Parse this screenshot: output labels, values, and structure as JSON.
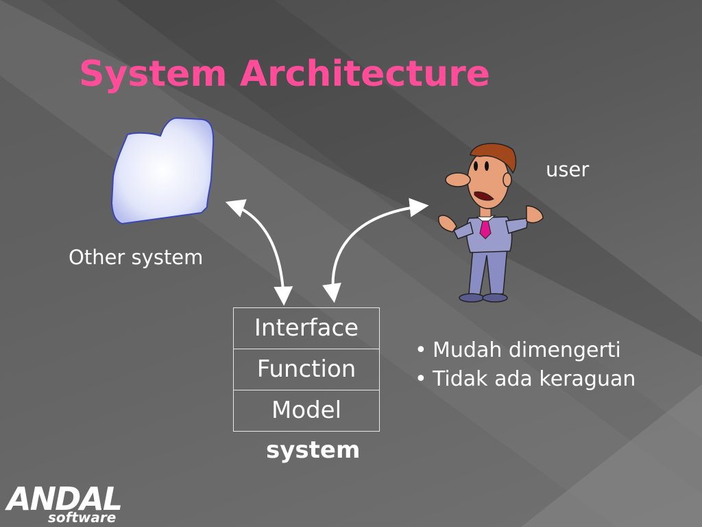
{
  "title": "System Architecture",
  "labels": {
    "user": "user",
    "other_system": "Other system",
    "system": "system"
  },
  "layers": [
    "Interface",
    "Function",
    "Model"
  ],
  "bullets": [
    "Mudah dimengerti",
    "Tidak ada keraguan"
  ],
  "logo": {
    "main": "ANDAL",
    "sub": "software"
  },
  "colors": {
    "title": "#ff4d9a",
    "text": "#ffffff",
    "cloud_fill": "#e4e8fa",
    "cloud_edge": "#3a46b8",
    "suit": "#9a9ccc",
    "tie": "#e0148c",
    "skin": "#e8a07a",
    "hair": "#a0481c"
  },
  "icons": [
    "other-system-blob-icon",
    "user-person-icon",
    "bidirectional-arrow-icon",
    "bullet-dot-icon"
  ]
}
